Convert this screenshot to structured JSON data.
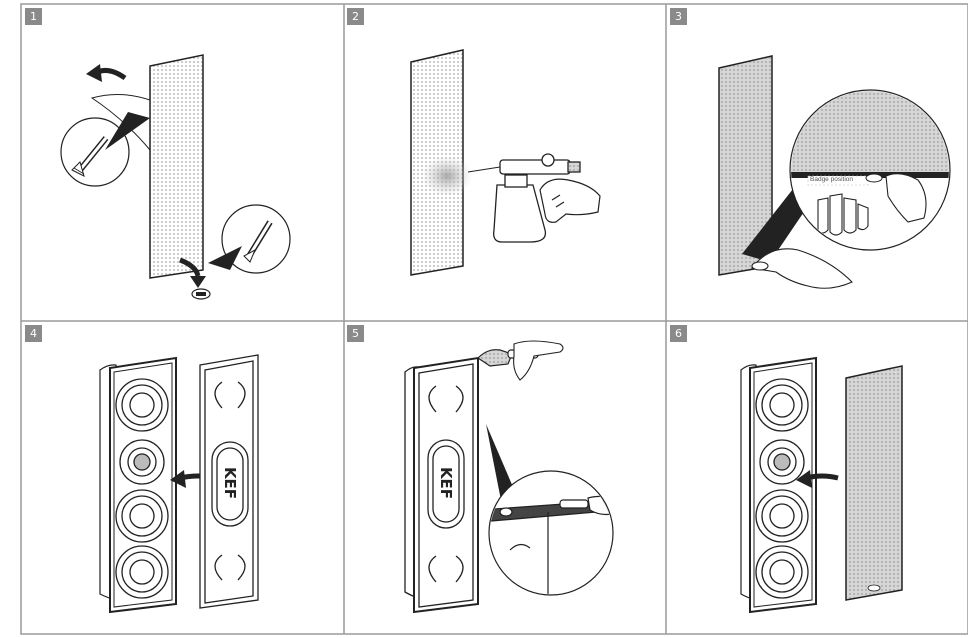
{
  "steps": [
    {
      "number": "1"
    },
    {
      "number": "2"
    },
    {
      "number": "3",
      "callout_label": "Badge position"
    },
    {
      "number": "4",
      "grille_logo": "KEF"
    },
    {
      "number": "5",
      "grille_logo": "KEF"
    },
    {
      "number": "6"
    }
  ],
  "colors": {
    "panel_border": "#9a9a9a",
    "step_badge": "#8a8a8a",
    "grille_mesh": "#cfcfcf",
    "line_art": "#222222"
  },
  "icons": {
    "brush": "paint-brush-icon",
    "arrow": "curved-arrow-icon",
    "spray": "spray-gun-icon",
    "hand": "hand-icon"
  }
}
